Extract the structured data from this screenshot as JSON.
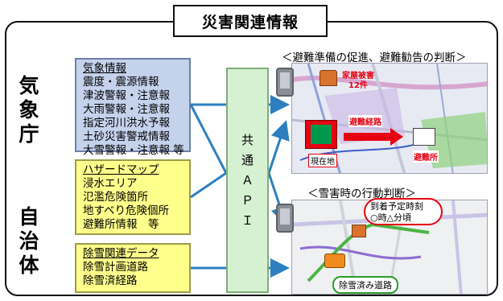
{
  "title": "災害関連情報",
  "agencies": {
    "jma": [
      "気",
      "象",
      "庁"
    ],
    "municipality": [
      "自",
      "治",
      "体"
    ]
  },
  "blue_box": {
    "header": "気象情報",
    "items": [
      "震度・震源情報",
      "津波警報・注意報",
      "大雨警報・注意報",
      "指定河川洪水予報",
      "土砂災害警戒情報",
      "大雪警報・注意報 等"
    ]
  },
  "yellow_box1": {
    "header": "ハザードマップ",
    "items": [
      "浸水エリア",
      "氾濫危険箇所",
      "地すべり危険個所",
      "避難所情報　等"
    ]
  },
  "yellow_box2": {
    "header": "除雪関連データ",
    "items": [
      "除雪計画道路",
      "除雪済経路"
    ]
  },
  "api_label": [
    "共",
    "通",
    "Ａ",
    "Ｐ",
    "Ｉ"
  ],
  "map1": {
    "caption": "＜避難準備の促進、避難勧告の判断＞",
    "house_label": "家屋被害",
    "house_count": "12件",
    "route_label": "避難経路",
    "current_label": "現在地",
    "shelter_label": "避難所"
  },
  "map2": {
    "caption": "＜雪害時の行動判断＞",
    "callout": [
      "到着予定時刻",
      "○時△分頃"
    ],
    "road_label": "除雪済み道路"
  },
  "colors": {
    "blue_fill": "#c5d2ec",
    "yellow_fill": "#ffff8c",
    "api_fill": "#d6f1d2",
    "arrow": "#2e7fbf",
    "alert_red": "#e60012"
  },
  "icons": [
    "phone-icon",
    "house-icon",
    "exit-sign-icon",
    "shelter-icon",
    "snowplow-icon",
    "flow-arrow-icon"
  ]
}
